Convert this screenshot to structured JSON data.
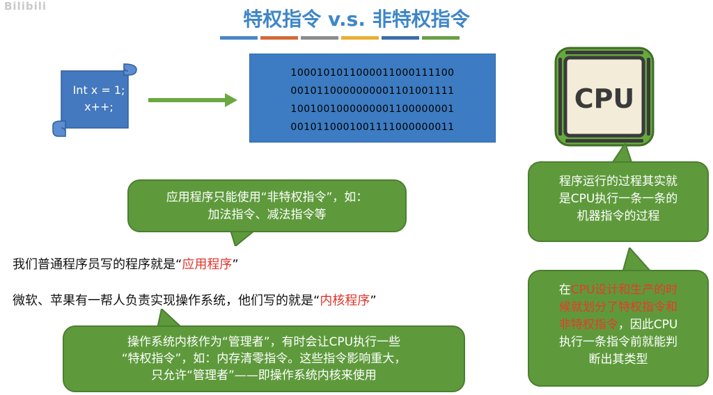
{
  "logo": "Bilibili",
  "title": "特权指令 v.s. 非特权指令",
  "title_bar_colors": [
    "#4a86c5",
    "#d46a3a",
    "#8c8c8c",
    "#e8b034",
    "#3b6ea8",
    "#6a9f45"
  ],
  "scroll": {
    "line1": "Int x = 1;",
    "line2": "x++;"
  },
  "binary": [
    "1000101011000011000111100",
    "0010110000000001101001111",
    "1001001000000001100000001",
    "0010110001001111000000011"
  ],
  "cpu_label": "CPU",
  "bubble_app": {
    "line1": "应用程序只能使用“非特权指令”，如：",
    "line2": "加法指令、减法指令等"
  },
  "bubble_cpu_run": {
    "line1": "程序运行的过程其实就",
    "line2": "是CPU执行一条一条的",
    "line3": "机器指令的过程"
  },
  "bubble_cpu_design": {
    "pre": "在",
    "red1": "CPU设计和生产的时",
    "red2": "候就划分了特权指令和",
    "red3": "非特权指令",
    "post3": "，因此CPU",
    "line4": "执行一条指令前就能判",
    "line5": "断出其类型"
  },
  "text_app": {
    "prefix": "我们普通程序员写的程序就是“",
    "highlight": "应用程序",
    "suffix": "”"
  },
  "text_kernel": {
    "prefix": "微软、苹果有一帮人负责实现操作系统，他们写的就是“",
    "highlight": "内核程序",
    "suffix": "”"
  },
  "bubble_kernel": {
    "line1": "操作系统内核作为“管理者”，有时会让CPU执行一些",
    "line2": "“特权指令”，如：内存清零指令。这些指令影响重大，",
    "line3": "只允许“管理者”——即操作系统内核来使用"
  }
}
